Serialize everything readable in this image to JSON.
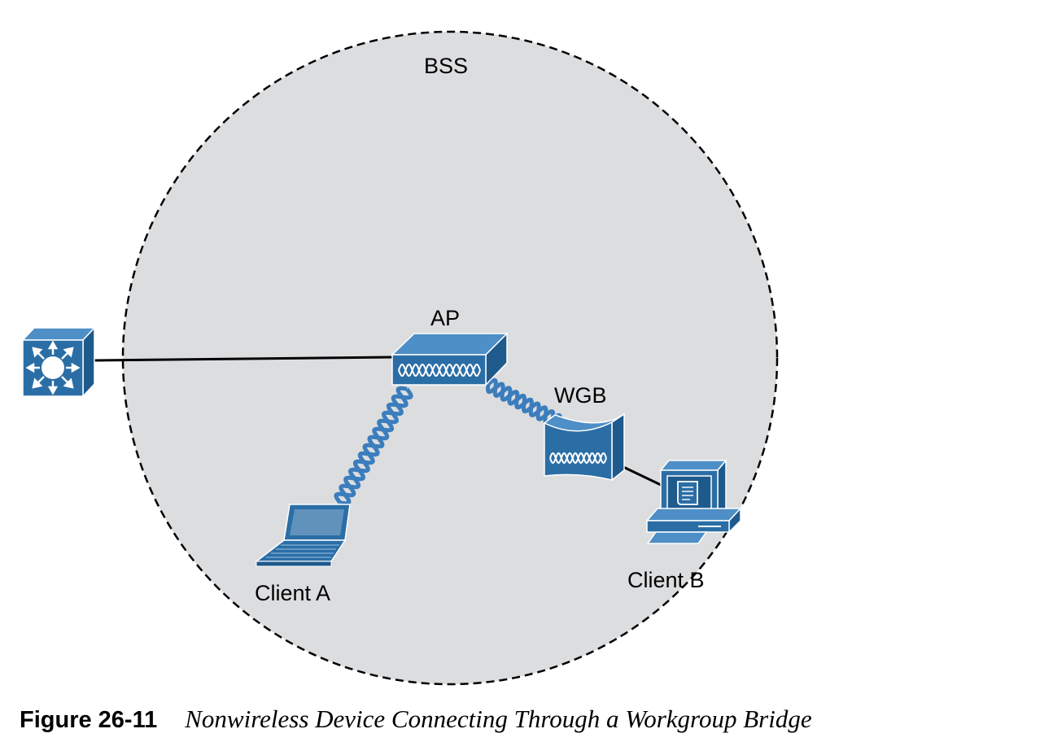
{
  "diagram": {
    "bss_label": "BSS",
    "ap_label": "AP",
    "wgb_label": "WGB",
    "client_a_label": "Client A",
    "client_b_label": "Client B",
    "devices": {
      "switch": "multilayer-switch-icon",
      "ap": "access-point-icon",
      "wgb": "workgroup-bridge-icon",
      "client_a": "laptop-icon",
      "client_b": "pc-workstation-icon"
    },
    "colors": {
      "device_blue": "#2b6ea6",
      "device_dark": "#1f5a8c",
      "device_light": "#4d8fc6",
      "bss_fill": "#dcdddf",
      "wireless_link": "#3b7dbd"
    }
  },
  "caption": {
    "figure_number": "Figure 26-11",
    "title": "Nonwireless Device Connecting Through a Workgroup Bridge"
  }
}
